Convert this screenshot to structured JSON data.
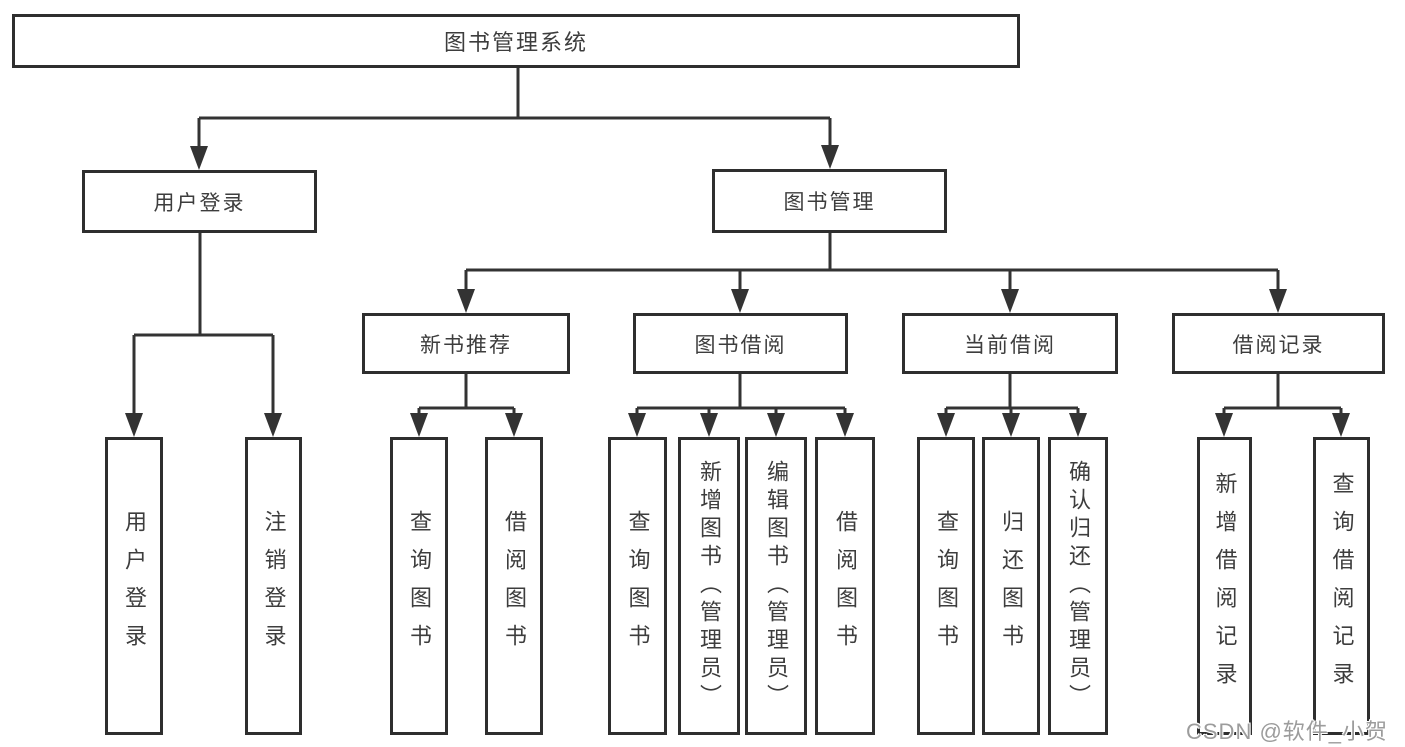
{
  "tree": {
    "root": {
      "label": "图书管理系统"
    },
    "branches": [
      {
        "label": "用户登录",
        "children": [
          {
            "label": "用户登录"
          },
          {
            "label": "注销登录"
          }
        ]
      },
      {
        "label": "图书管理",
        "children": [
          {
            "label": "新书推荐",
            "children": [
              {
                "label": "查询图书"
              },
              {
                "label": "借阅图书"
              }
            ]
          },
          {
            "label": "图书借阅",
            "children": [
              {
                "label": "查询图书"
              },
              {
                "label": "新增图书（管理员）"
              },
              {
                "label": "编辑图书（管理员）"
              },
              {
                "label": "借阅图书"
              }
            ]
          },
          {
            "label": "当前借阅",
            "children": [
              {
                "label": "查询图书"
              },
              {
                "label": "归还图书"
              },
              {
                "label": "确认归还（管理员）"
              }
            ]
          },
          {
            "label": "借阅记录",
            "children": [
              {
                "label": "新增借阅记录"
              },
              {
                "label": "查询借阅记录"
              }
            ]
          }
        ]
      }
    ]
  },
  "watermark": {
    "text": "CSDN @软件_小贺同学",
    "color": "#9c9c9c"
  },
  "style": {
    "line_color": "#333333",
    "box_border_color": "#2e2e2e",
    "text_color": "#3d3d3d",
    "background": "#ffffff"
  }
}
